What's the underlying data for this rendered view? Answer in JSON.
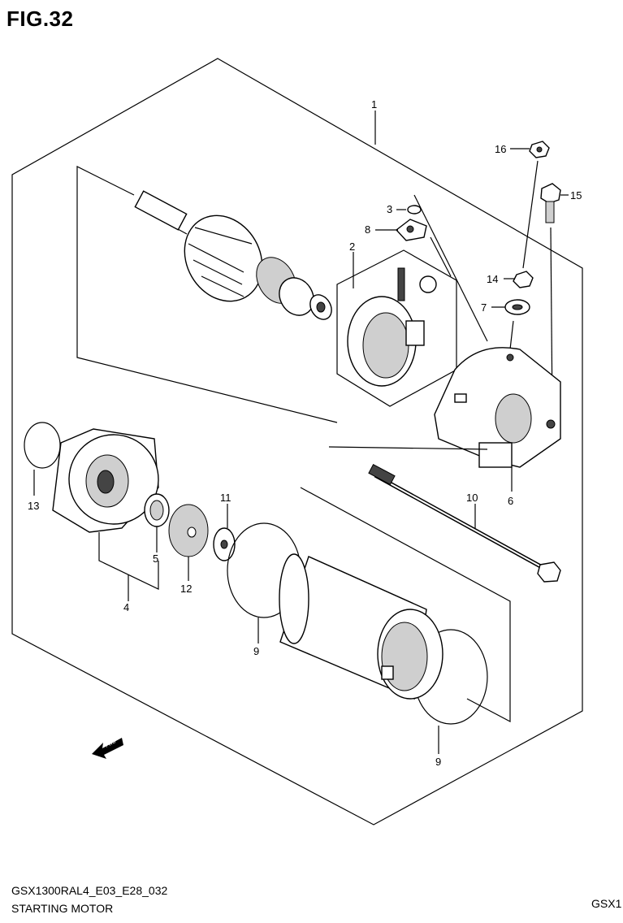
{
  "figure": {
    "title": "FIG.32"
  },
  "parts": [
    {
      "ref": "1"
    },
    {
      "ref": "2"
    },
    {
      "ref": "3"
    },
    {
      "ref": "4"
    },
    {
      "ref": "5"
    },
    {
      "ref": "6"
    },
    {
      "ref": "7"
    },
    {
      "ref": "8"
    },
    {
      "ref": "9"
    },
    {
      "ref": "9"
    },
    {
      "ref": "10"
    },
    {
      "ref": "11"
    },
    {
      "ref": "12"
    },
    {
      "ref": "13"
    },
    {
      "ref": "14"
    },
    {
      "ref": "15"
    },
    {
      "ref": "16"
    }
  ],
  "labels": {
    "p1": "1",
    "p2": "2",
    "p3": "3",
    "p4": "4",
    "p5": "5",
    "p6": "6",
    "p7": "7",
    "p8": "8",
    "p9a": "9",
    "p9b": "9",
    "p10": "10",
    "p11": "11",
    "p12": "12",
    "p13": "13",
    "p14": "14",
    "p15": "15",
    "p16": "16"
  },
  "fwd_arrow": {
    "text": "FWD"
  },
  "footer": {
    "code": "GSX1300RAL4_E03_E28_032",
    "name": "STARTING MOTOR",
    "model": "GSX1"
  }
}
